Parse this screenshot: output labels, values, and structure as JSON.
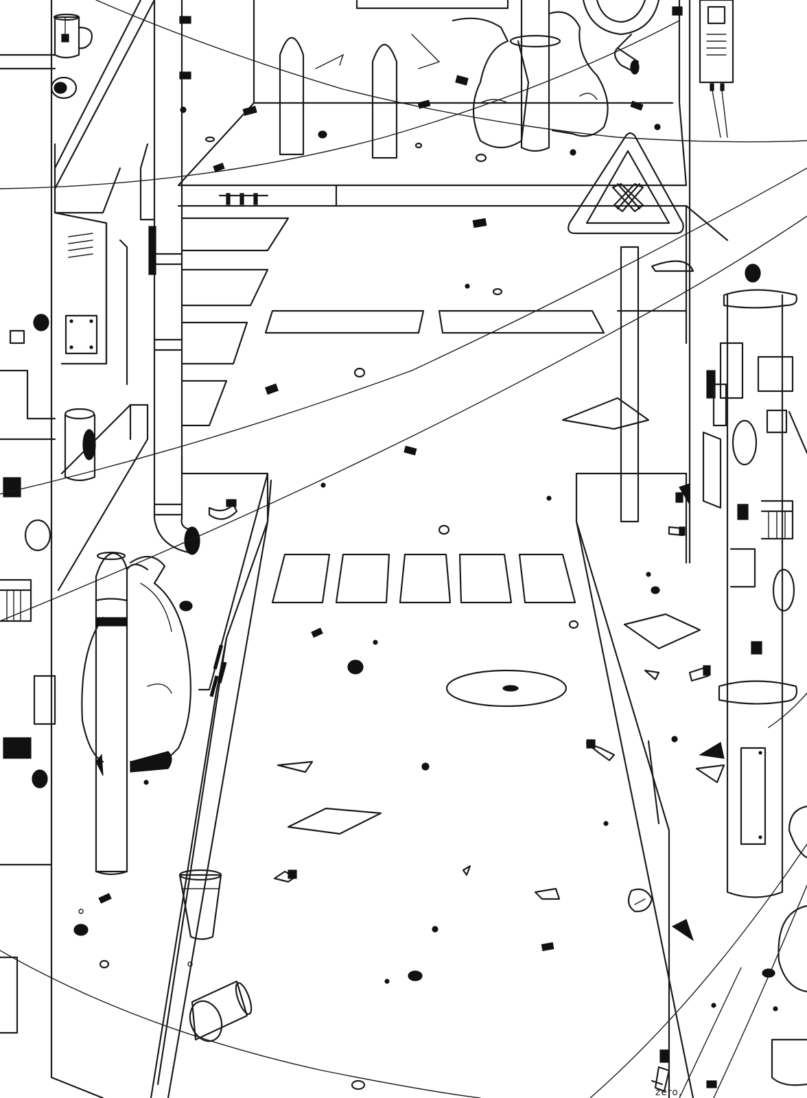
{
  "artwork": {
    "signature": "zero.",
    "ink_color": "#1a1a1a",
    "paper_color": "#ffffff",
    "sign_icon": "crossroads-warning-sign-icon",
    "objects": [
      "trash-bag-icon",
      "bollard-icon",
      "cup-icon",
      "mug-icon",
      "manhole-cover-icon",
      "drainpipe-icon",
      "zebra-crossing",
      "overhead-cables"
    ]
  }
}
